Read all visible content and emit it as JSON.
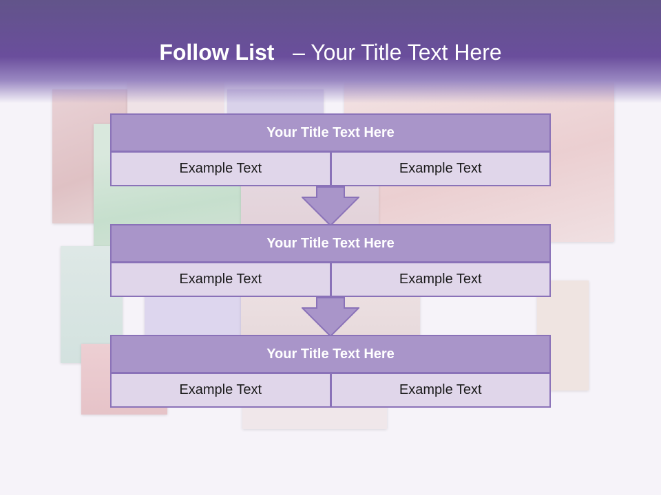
{
  "slide": {
    "title_bold": "Follow List",
    "title_rest": "– Your Title Text Here"
  },
  "blocks": [
    {
      "title": "Your Title Text Here",
      "left": "Example Text",
      "right": "Example Text"
    },
    {
      "title": "Your Title Text Here",
      "left": "Example Text",
      "right": "Example Text"
    },
    {
      "title": "Your Title Text Here",
      "left": "Example Text",
      "right": "Example Text"
    }
  ],
  "colors": {
    "header": "#6a4e9c",
    "block_title_bg": "#a995c9",
    "cell_bg": "#e0d6ea",
    "border": "#8a72b8"
  },
  "icons": [
    "down-arrow-icon"
  ]
}
